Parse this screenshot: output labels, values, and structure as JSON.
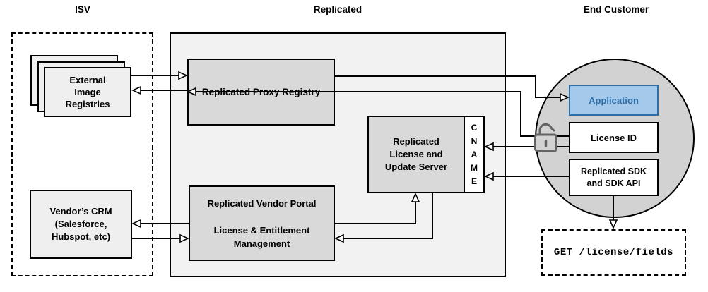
{
  "sections": {
    "isv": {
      "label": "ISV"
    },
    "replicated": {
      "label": "Replicated"
    },
    "end_customer": {
      "label": "End Customer"
    }
  },
  "nodes": {
    "external_registries": {
      "label": "External\nImage\nRegistries"
    },
    "vendor_crm": {
      "label": "Vendor’s CRM\n(Salesforce,\nHubspot, etc)"
    },
    "proxy_registry": {
      "label": "Replicated Proxy Registry"
    },
    "license_update_server": {
      "label": "Replicated\nLicense and\nUpdate Server"
    },
    "cname": {
      "label": "C\nN\nA\nM\nE"
    },
    "vendor_portal": {
      "label": "Replicated Vendor Portal\n\nLicense & Entitlement\nManagement"
    },
    "application": {
      "label": "Application"
    },
    "license_id": {
      "label": "License ID"
    },
    "replicated_sdk": {
      "label": "Replicated SDK\nand SDK API"
    },
    "get_license_fields": {
      "label": "GET /license/fields"
    }
  },
  "icons": {
    "padlock": "unlocked-padlock-icon"
  },
  "colors": {
    "container-gray": "#f2f2f2",
    "box-gray": "#d9d9d9",
    "light-gray": "#efefef",
    "circle-gray": "#d2d2d2",
    "app-blue-fill": "#a5c9ea",
    "app-blue-stroke": "#2d6da8",
    "padlock-gray": "#636363"
  }
}
